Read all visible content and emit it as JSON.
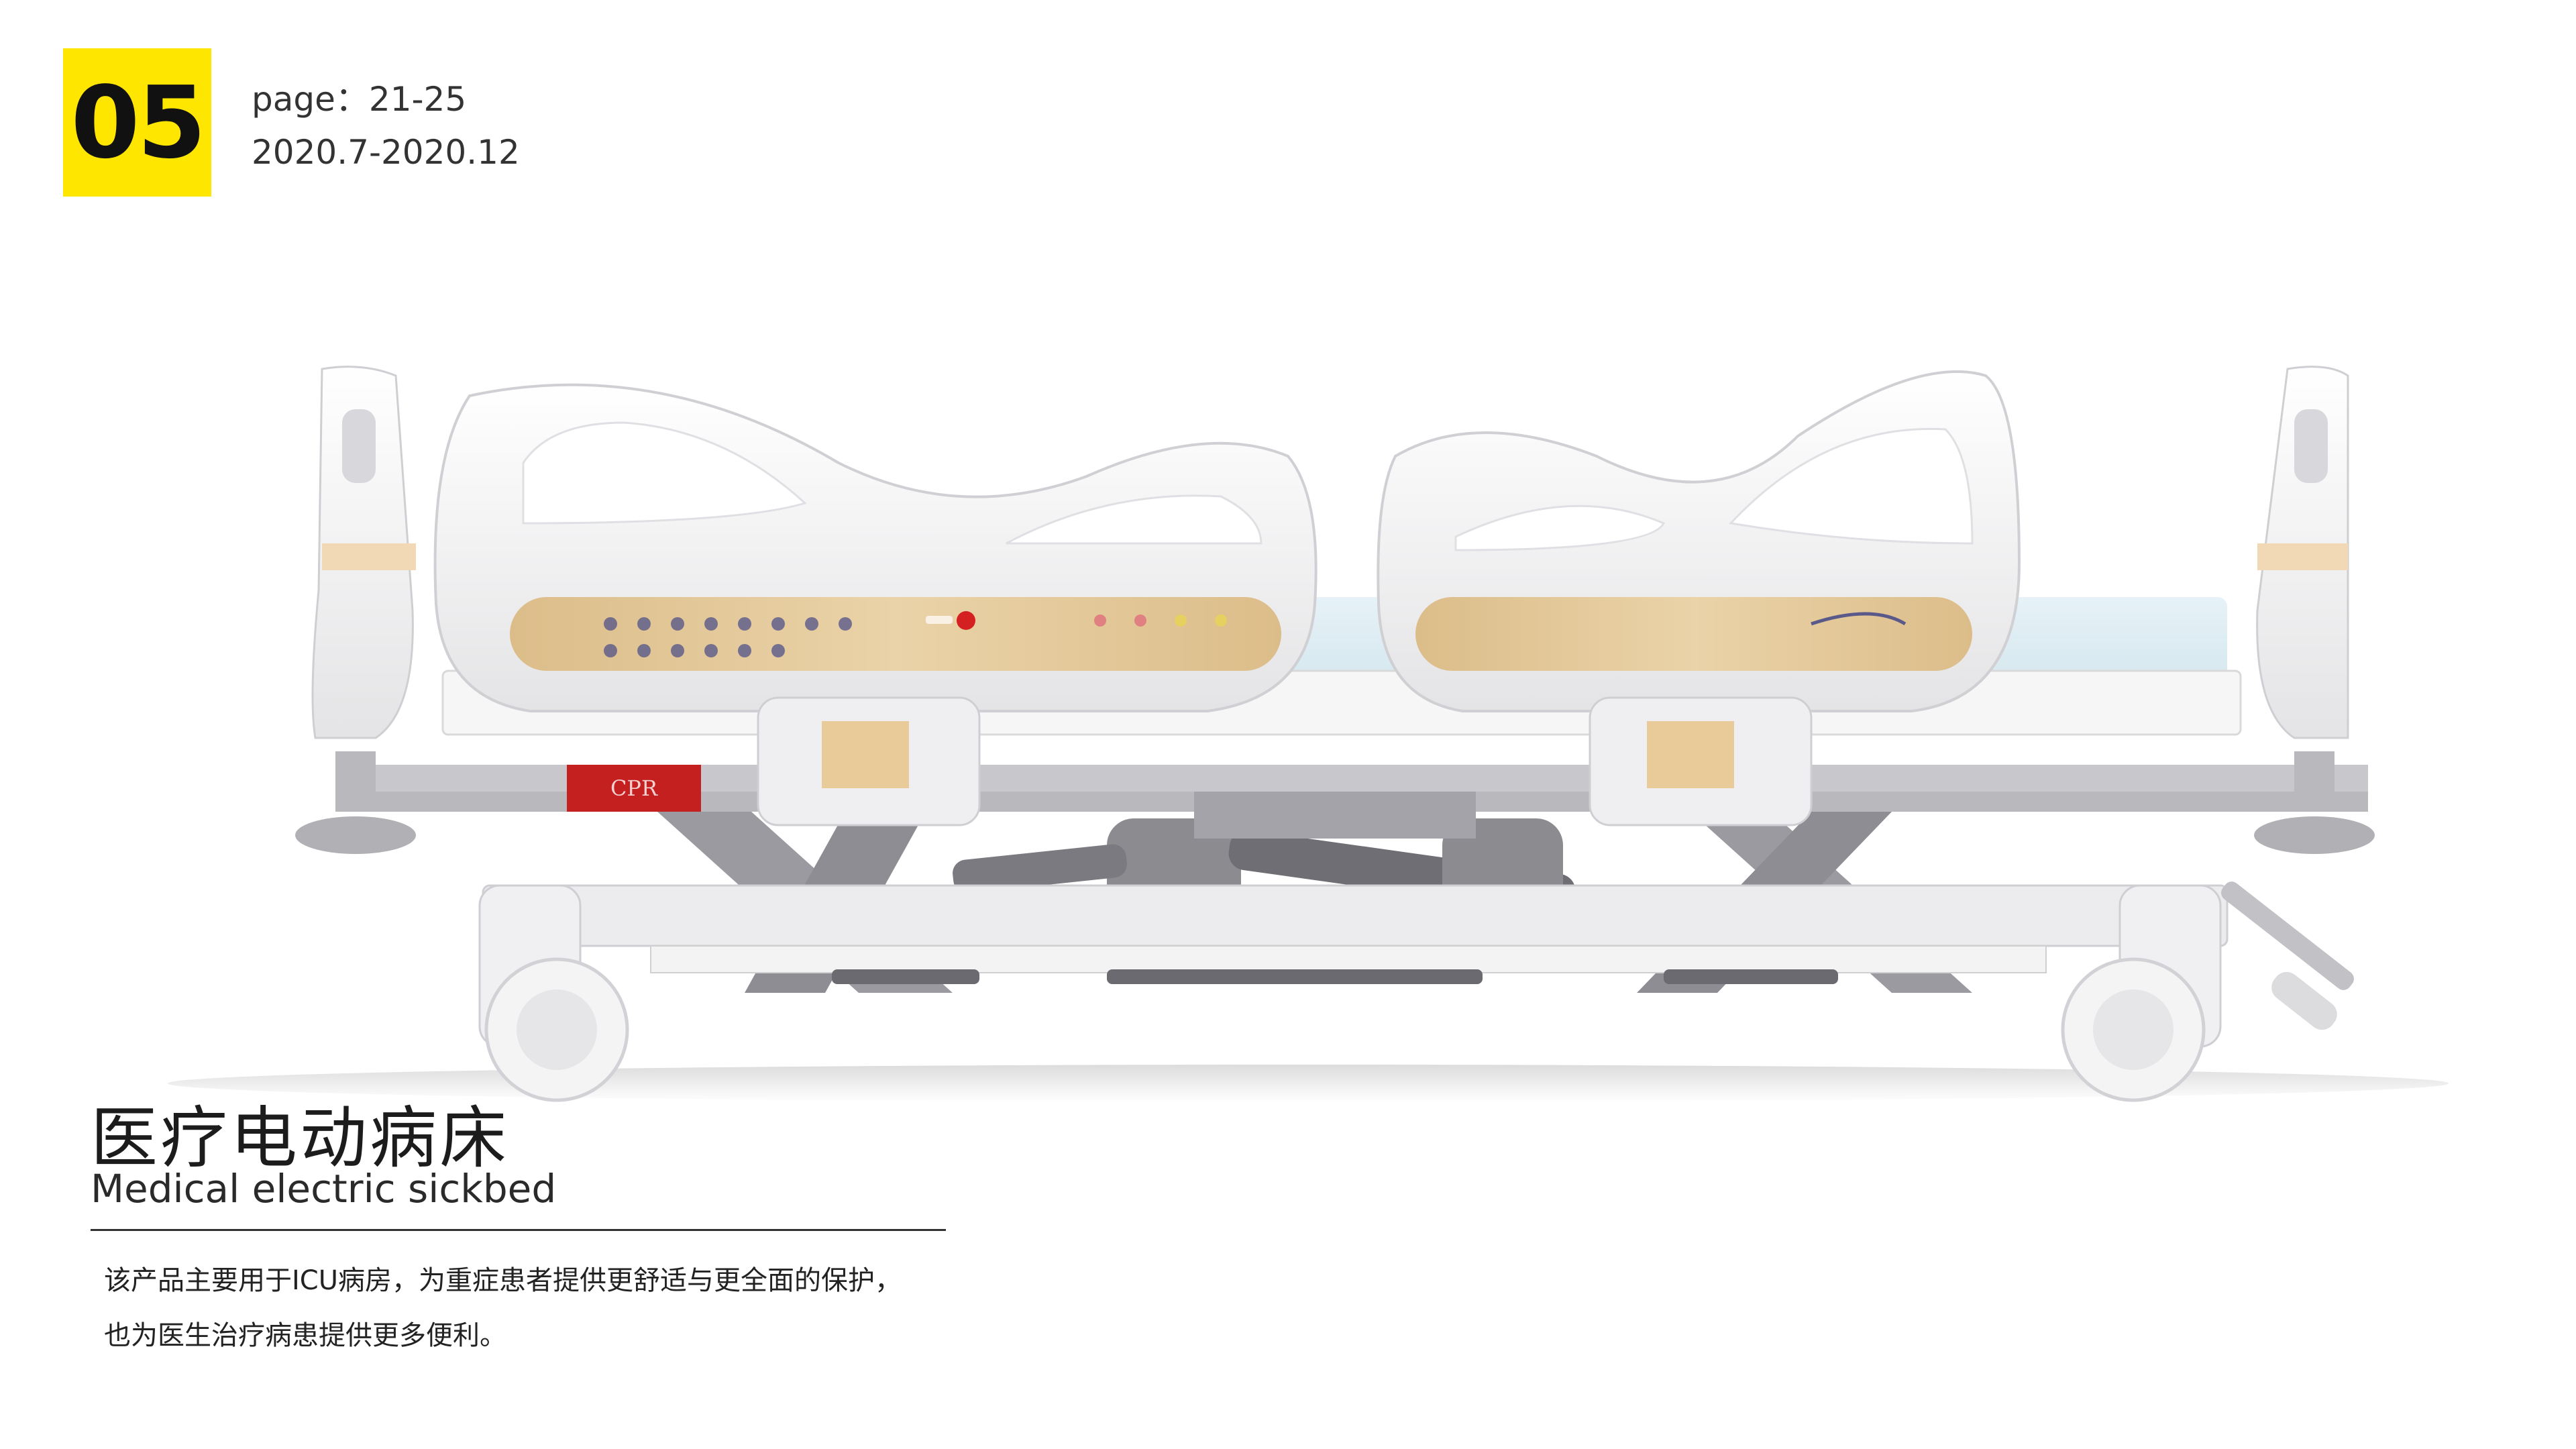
{
  "header": {
    "section_number": "05",
    "page_range": "page：21-25",
    "date_range": "2020.7-2020.12"
  },
  "product": {
    "title_cn": "医疗电动病床",
    "title_en": "Medical electric sickbed",
    "description_lines": [
      "该产品主要用于ICU病房，为重症患者提供更舒适与更全面的保护，",
      "也为医生治疗病患提供更多便利。"
    ],
    "cpr_label": "CPR",
    "colors": {
      "accent_yellow": "#ffe600",
      "panel_wood": "#e4c89a",
      "bed_white": "#f4f4f4",
      "frame_grey": "#c9c9cc",
      "cpr_red": "#c42020"
    }
  }
}
